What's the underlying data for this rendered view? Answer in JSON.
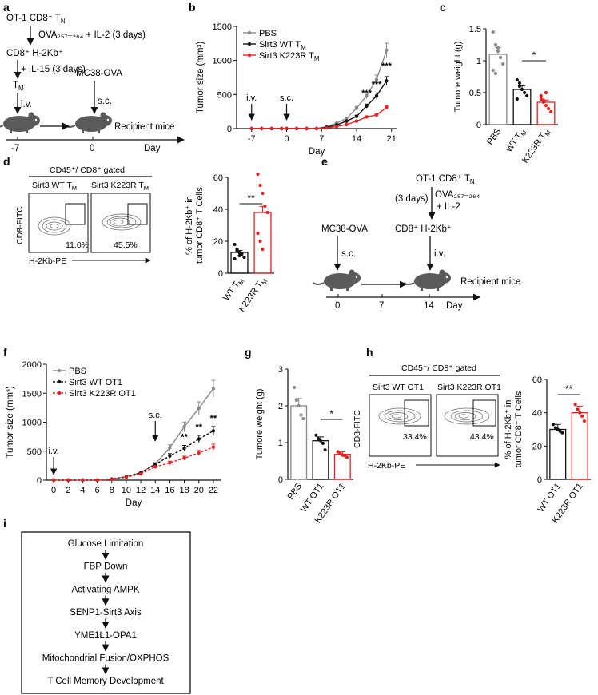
{
  "panel_letters": [
    "a",
    "b",
    "c",
    "d",
    "e",
    "f",
    "g",
    "h",
    "i"
  ],
  "colors": {
    "pbs": "#8a8a8a",
    "wt": "#111111",
    "k223r": "#e8201e",
    "axis": "#111111",
    "mouse": "#5a5a5a"
  },
  "panel_a": {
    "line1": "OT-1 CD8⁺ T",
    "line1_sub": "N",
    "line2": "OVA₂₅₇₋₂₆₄ + IL-2 (3 days)",
    "line3": "CD8⁺ H-2Kb⁺",
    "line4": "+ IL-15 (3 days)",
    "tm": "T",
    "tm_sub": "M",
    "iv": "i.v.",
    "mc38": "MC38-OVA",
    "sc": "s.c.",
    "recipient": "Recipient mice",
    "ticks": [
      "-7",
      "0"
    ],
    "day": "Day"
  },
  "panel_e": {
    "line1": "OT-1 CD8⁺ T",
    "line1_sub": "N",
    "three_days": "(3 days)",
    "ova": "OVA₂₅₇₋₂₆₄",
    "il2": "+ IL-2",
    "cd8": "CD8⁺ H-2Kb⁺",
    "iv": "i.v.",
    "mc38": "MC38-OVA",
    "sc": "s.c.",
    "recipient": "Recipient mice",
    "ticks": [
      "0",
      "7",
      "14"
    ],
    "day": "Day"
  },
  "panel_d": {
    "gate_title": "CD45⁺/ CD8⁺ gated",
    "plot1_title": "Sirt3 WT T",
    "plot2_title": "Sirt3 K223R T",
    "sub": "M",
    "pct1": "11.0%",
    "pct2": "45.5%",
    "ylabel": "CD8-FITC",
    "xlabel": "H-2Kb-PE"
  },
  "panel_h": {
    "gate_title": "CD45⁺/ CD8⁺ gated",
    "plot1_title": "Sirt3 WT OT1",
    "plot2_title": "Sirt3 K223R OT1",
    "pct1": "33.4%",
    "pct2": "43.4%",
    "ylabel": "CD8-FITC",
    "xlabel": "H-2Kb-PE"
  },
  "panel_i": {
    "steps": [
      "Glucose Limitation",
      "FBP Down",
      "Activating AMPK",
      "SENP1-Sirt3 Axis",
      "YME1L1-OPA1",
      "Mitochondrial Fusion/OXPHOS",
      "T Cell Memory Development"
    ]
  },
  "chart_data": [
    {
      "id": "b",
      "type": "line",
      "ylabel": "Tumor size (mm³)",
      "xlabel": "Day",
      "xlim": [
        -10,
        22
      ],
      "ylim": [
        0,
        1500
      ],
      "xticks": [
        -7,
        0,
        7,
        14,
        21
      ],
      "yticks": [
        0,
        500,
        1000,
        1500
      ],
      "legend_position": "top-left",
      "annotations": [
        "i.v.",
        "s.c.",
        "***",
        "***",
        "***"
      ],
      "series": [
        {
          "name": "PBS",
          "color": "#8a8a8a",
          "x": [
            -7,
            -5,
            -3,
            -1,
            0,
            2,
            4,
            6,
            8,
            10,
            12,
            14,
            16,
            18,
            20
          ],
          "y": [
            0,
            0,
            0,
            0,
            0,
            0,
            0,
            0,
            30,
            80,
            150,
            300,
            480,
            720,
            1150
          ]
        },
        {
          "name": "Sirt3 WT T",
          "sub": "M",
          "color": "#111111",
          "x": [
            -7,
            -5,
            -3,
            -1,
            0,
            2,
            4,
            6,
            8,
            10,
            12,
            14,
            16,
            18,
            20
          ],
          "y": [
            0,
            0,
            0,
            0,
            0,
            0,
            0,
            0,
            20,
            55,
            110,
            180,
            330,
            480,
            700
          ]
        },
        {
          "name": "Sirt3 K223R T",
          "sub": "M",
          "color": "#e8201e",
          "x": [
            -7,
            -5,
            -3,
            -1,
            0,
            2,
            4,
            6,
            8,
            10,
            12,
            14,
            16,
            18,
            20
          ],
          "y": [
            0,
            0,
            0,
            0,
            0,
            0,
            0,
            0,
            10,
            30,
            60,
            110,
            170,
            200,
            310
          ]
        }
      ]
    },
    {
      "id": "c",
      "type": "bar",
      "ylabel": "Tumore weight (g)",
      "ylim": [
        0,
        1.5
      ],
      "yticks": [
        0,
        0.5,
        1.0,
        1.5
      ],
      "categories": [
        "PBS",
        "WT T",
        "K223R T"
      ],
      "category_subs": [
        "",
        "M",
        "M"
      ],
      "values": [
        1.1,
        0.55,
        0.35
      ],
      "colors": [
        "#8a8a8a",
        "#111111",
        "#e8201e"
      ],
      "points": [
        [
          1.45,
          1.25,
          1.15,
          1.05,
          0.95,
          0.85,
          0.8,
          1.2
        ],
        [
          0.7,
          0.65,
          0.55,
          0.5,
          0.45,
          0.4,
          0.6,
          0.55
        ],
        [
          0.45,
          0.38,
          0.3,
          0.25,
          0.2,
          0.4,
          0.35,
          0.5
        ]
      ],
      "significance": "*"
    },
    {
      "id": "d-bar",
      "type": "bar",
      "ylabel": "% of H-2Kb⁺ in tumor CD8⁺ T Cells",
      "ylim": [
        0,
        60
      ],
      "yticks": [
        0,
        20,
        40,
        60
      ],
      "categories": [
        "WT T",
        "K223R T"
      ],
      "category_subs": [
        "M",
        "M"
      ],
      "values": [
        13,
        38
      ],
      "colors": [
        "#111111",
        "#e8201e"
      ],
      "points": [
        [
          18,
          15,
          13,
          12,
          10,
          9,
          14,
          11
        ],
        [
          62,
          55,
          50,
          42,
          38,
          25,
          20,
          15
        ]
      ],
      "significance": "**"
    },
    {
      "id": "f",
      "type": "line",
      "ylabel": "Tumor size (mm³)",
      "xlabel": "Day",
      "xlim": [
        -1,
        23
      ],
      "ylim": [
        0,
        2000
      ],
      "xticks": [
        0,
        2,
        4,
        6,
        8,
        10,
        12,
        14,
        16,
        18,
        20,
        22
      ],
      "yticks": [
        0,
        500,
        1000,
        1500,
        2000
      ],
      "legend_position": "top-left",
      "annotations": [
        "i.v.",
        "s.c.",
        "**",
        "**",
        "**"
      ],
      "series": [
        {
          "name": "PBS",
          "color": "#8a8a8a",
          "dash": false,
          "x": [
            0,
            2,
            4,
            6,
            8,
            10,
            12,
            14,
            16,
            18,
            20,
            22
          ],
          "y": [
            0,
            0,
            0,
            0,
            20,
            60,
            130,
            280,
            560,
            920,
            1240,
            1580
          ]
        },
        {
          "name": "Sirt3 WT OT1",
          "color": "#111111",
          "dash": true,
          "x": [
            0,
            2,
            4,
            6,
            8,
            10,
            12,
            14,
            16,
            18,
            20,
            22
          ],
          "y": [
            0,
            0,
            0,
            0,
            20,
            60,
            130,
            270,
            420,
            550,
            710,
            850
          ]
        },
        {
          "name": "Sirt3 K223R OT1",
          "color": "#e8201e",
          "dash": true,
          "x": [
            0,
            2,
            4,
            6,
            8,
            10,
            12,
            14,
            16,
            18,
            20,
            22
          ],
          "y": [
            0,
            0,
            0,
            0,
            15,
            50,
            110,
            230,
            300,
            380,
            470,
            570
          ]
        }
      ]
    },
    {
      "id": "g",
      "type": "bar",
      "ylabel": "Tumore weight (g)",
      "ylim": [
        0,
        3
      ],
      "yticks": [
        0,
        1,
        2,
        3
      ],
      "categories": [
        "PBS",
        "WT OT1",
        "K223R OT1"
      ],
      "values": [
        2.0,
        1.05,
        0.68
      ],
      "colors": [
        "#8a8a8a",
        "#111111",
        "#e8201e"
      ],
      "points": [
        [
          2.5,
          2.15,
          2.0,
          1.75,
          1.65
        ],
        [
          1.2,
          1.1,
          1.05,
          0.98,
          0.8
        ],
        [
          0.75,
          0.7,
          0.66,
          0.65,
          0.6
        ]
      ],
      "significance": "*"
    },
    {
      "id": "h-bar",
      "type": "bar",
      "ylabel": "% of H-2Kb⁺ in tumor CD8⁺ T Cells",
      "ylim": [
        0,
        60
      ],
      "yticks": [
        0,
        20,
        40,
        60
      ],
      "categories": [
        "WT OT1",
        "K223R OT1"
      ],
      "values": [
        30,
        40
      ],
      "colors": [
        "#111111",
        "#e8201e"
      ],
      "points": [
        [
          33,
          31,
          30,
          29,
          28
        ],
        [
          45,
          42,
          40,
          38,
          35
        ]
      ],
      "significance": "**"
    }
  ]
}
